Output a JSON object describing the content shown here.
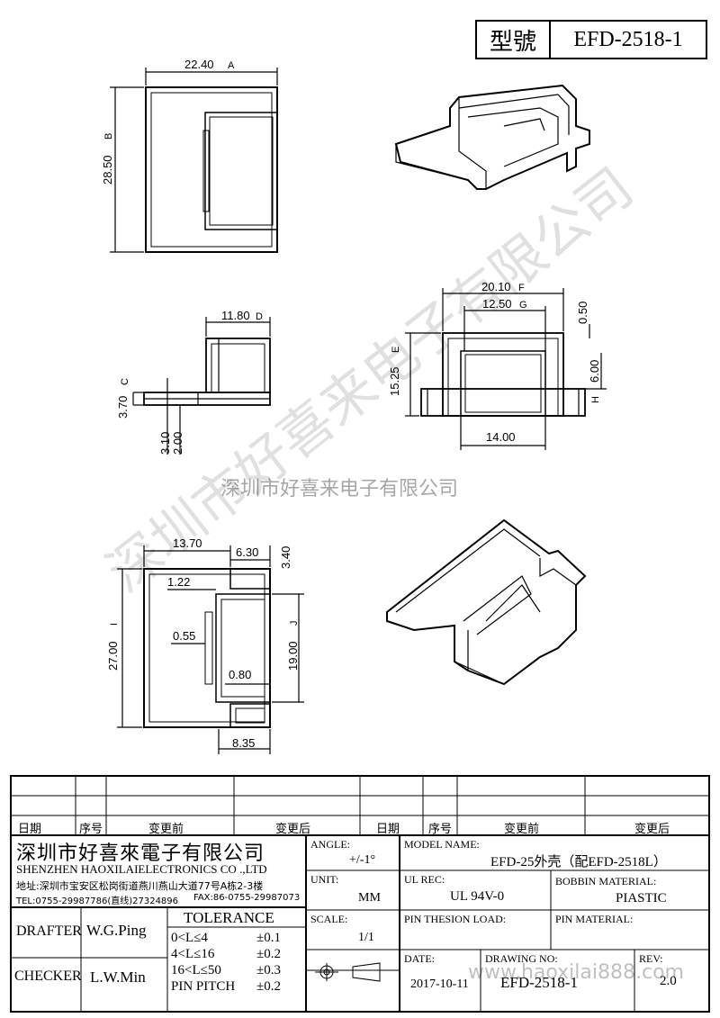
{
  "title_block": {
    "label": "型號",
    "model": "EFD-2518-1"
  },
  "drawing": {
    "dims": {
      "d1": "22.40",
      "d2": "28.50",
      "d3": "11.80",
      "d4": "20.10",
      "d5": "12.50",
      "d6": "0.50",
      "d7": "15.25",
      "d8": "6.00",
      "d9": "3.70",
      "d10": "3.10",
      "d11": "2.00",
      "d12": "14.00",
      "d13": "13.70",
      "d14": "6.30",
      "d15": "3.40",
      "d16": "1.22",
      "d17": "27.00",
      "d18": "19.00",
      "d19": "0.55",
      "d20": "0.80",
      "d21": "8.35"
    },
    "markers": {
      "A": "A",
      "B": "B",
      "C": "C",
      "D": "D",
      "E": "E",
      "F": "F",
      "G": "G",
      "H": "H",
      "I": "I",
      "J": "J"
    },
    "watermark": "深圳市好喜来电子有限公司",
    "watermark_center": "深圳市好喜来电子有限公司"
  },
  "revision_table": {
    "headers": [
      "日期",
      "序号",
      "变更前",
      "变更后",
      "日期",
      "序号",
      "变更前",
      "变更后"
    ]
  },
  "company": {
    "name_cn": "深圳市好喜來電子有限公司",
    "name_en": "SHENZHEN HAOXILAIELECTRONICS CO .,LTD",
    "address": "地址:深圳市宝安区松岗街道燕川燕山大道77号A栋2-3楼",
    "tel": "TEL:0755-29987786(直线)27324896",
    "fax": "FAX:86-0755-29987073"
  },
  "info": {
    "angle_label": "ANGLE:",
    "angle_value": "+/-1°",
    "model_label": "MODEL NAME:",
    "model_value": "EFD-25外壳（配EFD-2518L）",
    "unit_label": "UNIT:",
    "unit_value": "MM",
    "ulrec_label": "UL REC:",
    "ulrec_value": "UL  94V-0",
    "bobbin_label": "BOBBIN MATERIAL:",
    "bobbin_value": "PIASTIC",
    "scale_label": "SCALE:",
    "scale_value": "1/1",
    "pin_tension_label": "PIN THESION LOAD:",
    "pin_material_label": "PIN MATERIAL:",
    "date_label": "DATE:",
    "date_value": "2017-10-11",
    "drawing_no_label": "DRAWING NO:",
    "drawing_no_value": "EFD-2518-1",
    "rev_label": "REV:",
    "rev_value": "2.0",
    "drafter_label": "DRAFTER",
    "drafter_value": "W.G.Ping",
    "checker_label": "CHECKER",
    "checker_value": "L.W.Min",
    "tolerance_label": "TOLERANCE",
    "tolerance_rows": [
      {
        "range": "0<L≤4",
        "tol": "±0.1"
      },
      {
        "range": "4<L≤16",
        "tol": "±0.2"
      },
      {
        "range": "16<L≤50",
        "tol": "±0.3"
      },
      {
        "range": "PIN PITCH",
        "tol": "±0.2"
      }
    ],
    "web_watermark": "www.haoxilai888.com"
  }
}
